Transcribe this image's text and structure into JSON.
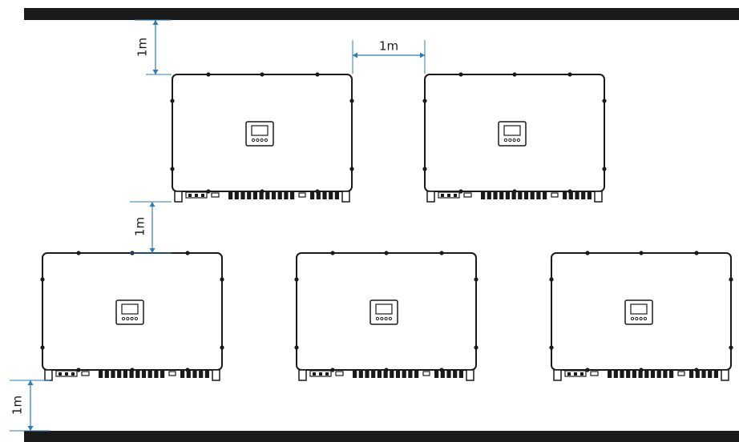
{
  "diagram": {
    "colors": {
      "bar": "#1a1a1a",
      "outline": "#1a1a1a",
      "dimension": "#2b7bb9"
    },
    "inverters": [
      {
        "id": "inverter-top-left"
      },
      {
        "id": "inverter-top-right"
      },
      {
        "id": "inverter-bottom-left"
      },
      {
        "id": "inverter-bottom-middle"
      },
      {
        "id": "inverter-bottom-right"
      }
    ],
    "dimensions": [
      {
        "id": "top-clearance",
        "label": "1m",
        "orientation": "vertical"
      },
      {
        "id": "side-gap",
        "label": "1m",
        "orientation": "horizontal"
      },
      {
        "id": "row-gap",
        "label": "1m",
        "orientation": "vertical"
      },
      {
        "id": "ground-clearance",
        "label": "1m",
        "orientation": "vertical"
      }
    ]
  }
}
